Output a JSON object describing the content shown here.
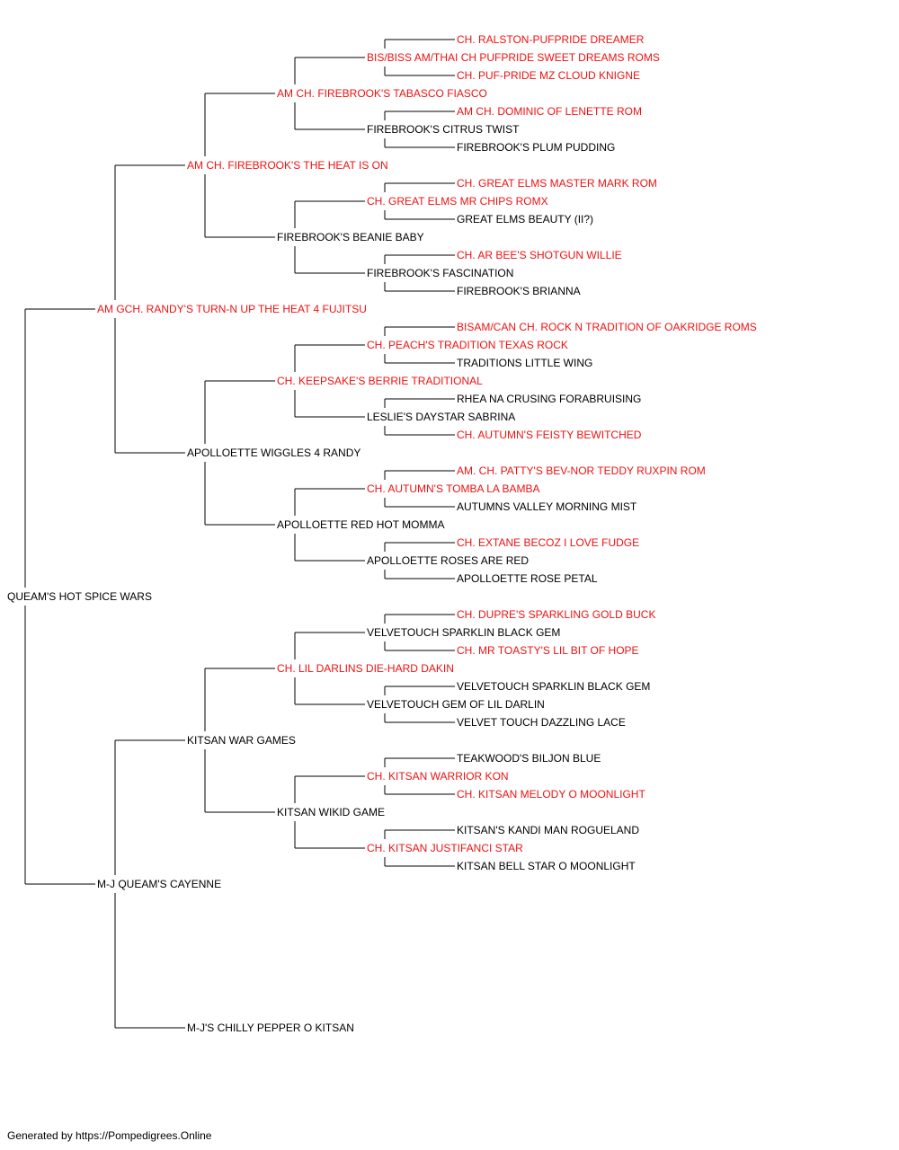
{
  "colors": {
    "champion": "#ee1111",
    "normal": "#000000",
    "line": "#000000"
  },
  "footer": {
    "text": "Generated by https://Pompedigrees.Online"
  },
  "pedigree": {
    "name": "QUEAM'S HOT SPICE WARS",
    "champion": false,
    "sire": {
      "name": "AM GCH. RANDY'S TURN-N UP THE HEAT 4 FUJITSU",
      "champion": true,
      "sire": {
        "name": "AM CH. FIREBROOK'S THE HEAT IS ON",
        "champion": true,
        "sire": {
          "name": "AM CH. FIREBROOK'S TABASCO FIASCO",
          "champion": true,
          "sire": {
            "name": "BIS/BISS AM/THAI CH PUFPRIDE SWEET DREAMS ROMS",
            "champion": true,
            "sire": {
              "name": "CH. RALSTON-PUFPRIDE DREAMER",
              "champion": true
            },
            "dam": {
              "name": "CH. PUF-PRIDE MZ CLOUD KNIGNE",
              "champion": true
            }
          },
          "dam": {
            "name": "FIREBROOK'S CITRUS TWIST",
            "champion": false,
            "sire": {
              "name": "AM CH. DOMINIC OF LENETTE ROM",
              "champion": true
            },
            "dam": {
              "name": "FIREBROOK'S PLUM PUDDING",
              "champion": false
            }
          }
        },
        "dam": {
          "name": "FIREBROOK'S BEANIE BABY",
          "champion": false,
          "sire": {
            "name": "CH. GREAT ELMS MR CHIPS ROMX",
            "champion": true,
            "sire": {
              "name": "CH. GREAT ELMS MASTER MARK ROM",
              "champion": true
            },
            "dam": {
              "name": "GREAT ELMS BEAUTY (II?)",
              "champion": false
            }
          },
          "dam": {
            "name": "FIREBROOK'S FASCINATION",
            "champion": false,
            "sire": {
              "name": "CH. AR BEE'S SHOTGUN WILLIE",
              "champion": true
            },
            "dam": {
              "name": "FIREBROOK'S BRIANNA",
              "champion": false
            }
          }
        }
      },
      "dam": {
        "name": "APOLLOETTE WIGGLES 4 RANDY",
        "champion": false,
        "sire": {
          "name": "CH. KEEPSAKE'S BERRIE TRADITIONAL",
          "champion": true,
          "sire": {
            "name": "CH. PEACH'S TRADITION TEXAS ROCK",
            "champion": true,
            "sire": {
              "name": "BISAM/CAN CH. ROCK N TRADITION OF OAKRIDGE ROMS",
              "champion": true
            },
            "dam": {
              "name": "TRADITIONS LITTLE WING",
              "champion": false
            }
          },
          "dam": {
            "name": "LESLIE'S DAYSTAR SABRINA",
            "champion": false,
            "sire": {
              "name": "RHEA NA CRUSING FORABRUISING",
              "champion": false
            },
            "dam": {
              "name": "CH. AUTUMN'S FEISTY BEWITCHED",
              "champion": true
            }
          }
        },
        "dam": {
          "name": "APOLLOETTE RED HOT MOMMA",
          "champion": false,
          "sire": {
            "name": "CH. AUTUMN'S TOMBA LA BAMBA",
            "champion": true,
            "sire": {
              "name": "AM. CH. PATTY'S BEV-NOR TEDDY RUXPIN ROM",
              "champion": true
            },
            "dam": {
              "name": "AUTUMNS VALLEY MORNING MIST",
              "champion": false
            }
          },
          "dam": {
            "name": "APOLLOETTE ROSES ARE RED",
            "champion": false,
            "sire": {
              "name": "CH. EXTANE BECOZ I LOVE FUDGE",
              "champion": true
            },
            "dam": {
              "name": "APOLLOETTE ROSE PETAL",
              "champion": false
            }
          }
        }
      }
    },
    "dam": {
      "name": "M-J QUEAM'S CAYENNE",
      "champion": false,
      "sire": {
        "name": "KITSAN WAR GAMES",
        "champion": false,
        "sire": {
          "name": "CH. LIL DARLINS DIE-HARD DAKIN",
          "champion": true,
          "sire": {
            "name": "VELVETOUCH SPARKLIN BLACK GEM",
            "champion": false,
            "sire": {
              "name": "CH. DUPRE'S SPARKLING GOLD BUCK",
              "champion": true
            },
            "dam": {
              "name": "CH. MR TOASTY'S LIL BIT OF HOPE",
              "champion": true
            }
          },
          "dam": {
            "name": "VELVETOUCH GEM OF LIL DARLIN",
            "champion": false,
            "sire": {
              "name": "VELVETOUCH SPARKLIN BLACK GEM",
              "champion": false
            },
            "dam": {
              "name": "VELVET TOUCH DAZZLING LACE",
              "champion": false
            }
          }
        },
        "dam": {
          "name": "KITSAN WIKID GAME",
          "champion": false,
          "sire": {
            "name": "CH. KITSAN WARRIOR KON",
            "champion": true,
            "sire": {
              "name": "TEAKWOOD'S BILJON BLUE",
              "champion": false
            },
            "dam": {
              "name": "CH. KITSAN MELODY O MOONLIGHT",
              "champion": true
            }
          },
          "dam": {
            "name": "CH. KITSAN JUSTIFANCI STAR",
            "champion": true,
            "sire": {
              "name": "KITSAN'S KANDI MAN ROGUELAND",
              "champion": false
            },
            "dam": {
              "name": "KITSAN BELL STAR O MOONLIGHT",
              "champion": false
            }
          }
        }
      },
      "dam": {
        "name": "M-J'S CHILLY PEPPER O KITSAN",
        "champion": false
      }
    }
  }
}
